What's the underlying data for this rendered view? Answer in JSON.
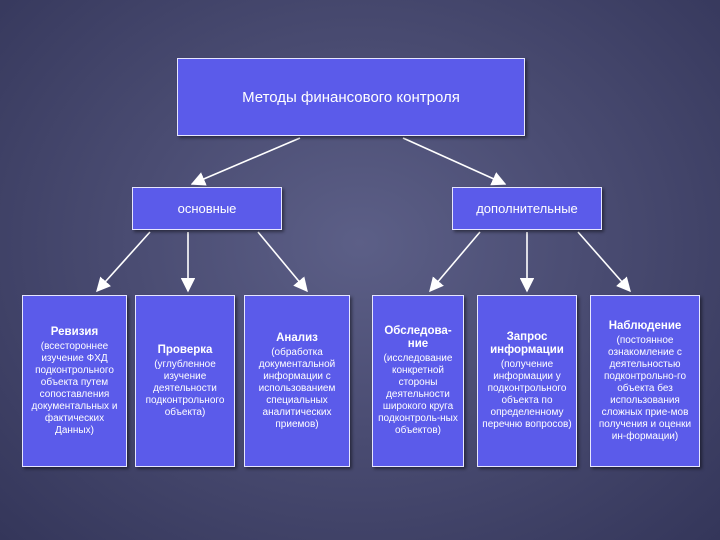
{
  "root": {
    "label": "Методы финансового контроля"
  },
  "categories": [
    {
      "label": "основные"
    },
    {
      "label": "дополнительные"
    }
  ],
  "methods": [
    {
      "title": "Ревизия",
      "desc": "(всестороннее изучение ФХД подконтрольного объекта путем сопоставления документальных и фактических Данных)"
    },
    {
      "title": "Проверка",
      "desc": "(углубленное изучение деятельности подконтрольного объекта)"
    },
    {
      "title": "Анализ",
      "desc": "(обработка документальной информации с использованием специальных аналитических приемов)"
    },
    {
      "title": "Обследова-ние",
      "desc": "(исследование конкретной стороны деятельности широкого круга подконтроль-ных объектов)"
    },
    {
      "title": "Запрос информации",
      "desc": "(получение информации у подконтрольного объекта по определенному перечню вопросов)"
    },
    {
      "title": "Наблюдение",
      "desc": "(постоянное ознакомление с деятельностью подконтрольно-го объекта без использования сложных прие-мов получения и оценки ин-формации)"
    }
  ],
  "colors": {
    "box_fill": "#5b5bea",
    "box_border": "#e6e6ff",
    "arrow": "#ffffff",
    "background": "#4a4c72"
  }
}
